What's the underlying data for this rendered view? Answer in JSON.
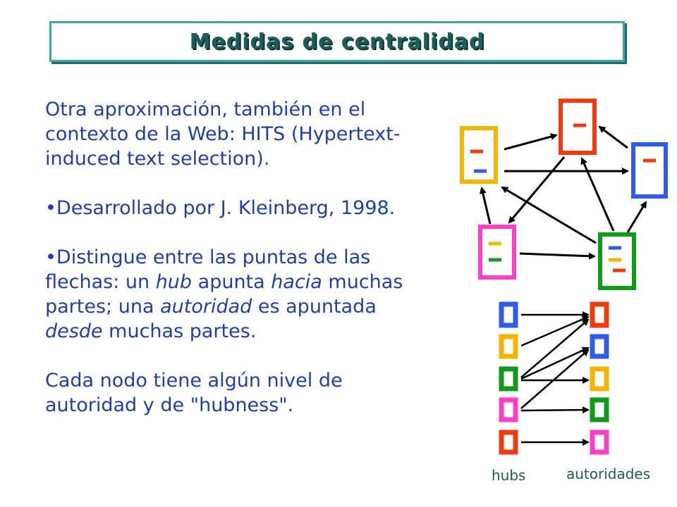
{
  "title": "Medidas de centralidad",
  "paragraphs": {
    "intro": "Otra aproximación, también en el contexto de la Web: HITS (Hypertext-induced text selection).",
    "p1": "•Desarrollado por J. Kleinberg, 1998.",
    "p2_a": "•Distingue entre las puntas de las flechas: un ",
    "p2_hub": "hub",
    "p2_b": " apunta ",
    "p2_hacia": "hacia",
    "p2_c": " muchas partes; una ",
    "p2_autoridad": "autoridad",
    "p2_d": " es apuntada ",
    "p2_desde": "desde",
    "p2_e": " muchas partes.",
    "p3": "Cada nodo tiene algún nivel de autoridad y de \"hubness\"."
  },
  "labels": {
    "hubs": "hubs",
    "autoridades": "autoridades"
  },
  "colors": {
    "blue": "#2f5be8",
    "red": "#f03a10",
    "yellow": "#f6b400",
    "green": "#0f9a1a",
    "pink": "#ff3fc8",
    "text": "#1f3fb0"
  }
}
